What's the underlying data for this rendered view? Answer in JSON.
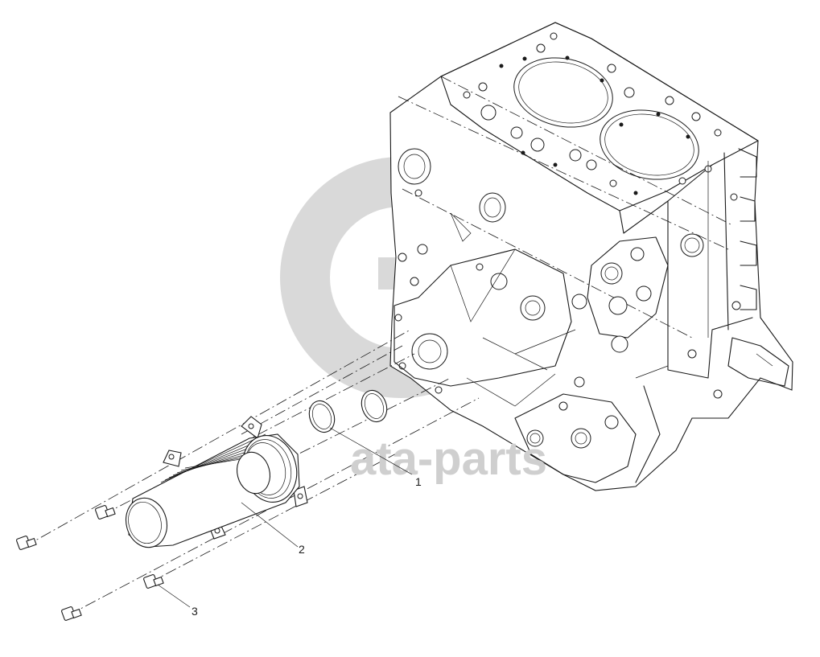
{
  "watermark": {
    "text": "ata-parts",
    "color": "#cfcfcf"
  },
  "callouts": [
    {
      "number": "1",
      "part": "sealing-ring"
    },
    {
      "number": "2",
      "part": "oil-cooler"
    },
    {
      "number": "3",
      "part": "bolt"
    }
  ],
  "colors": {
    "line": "#1a1a1a",
    "background": "#ffffff",
    "watermark": "#cfcfcf"
  }
}
